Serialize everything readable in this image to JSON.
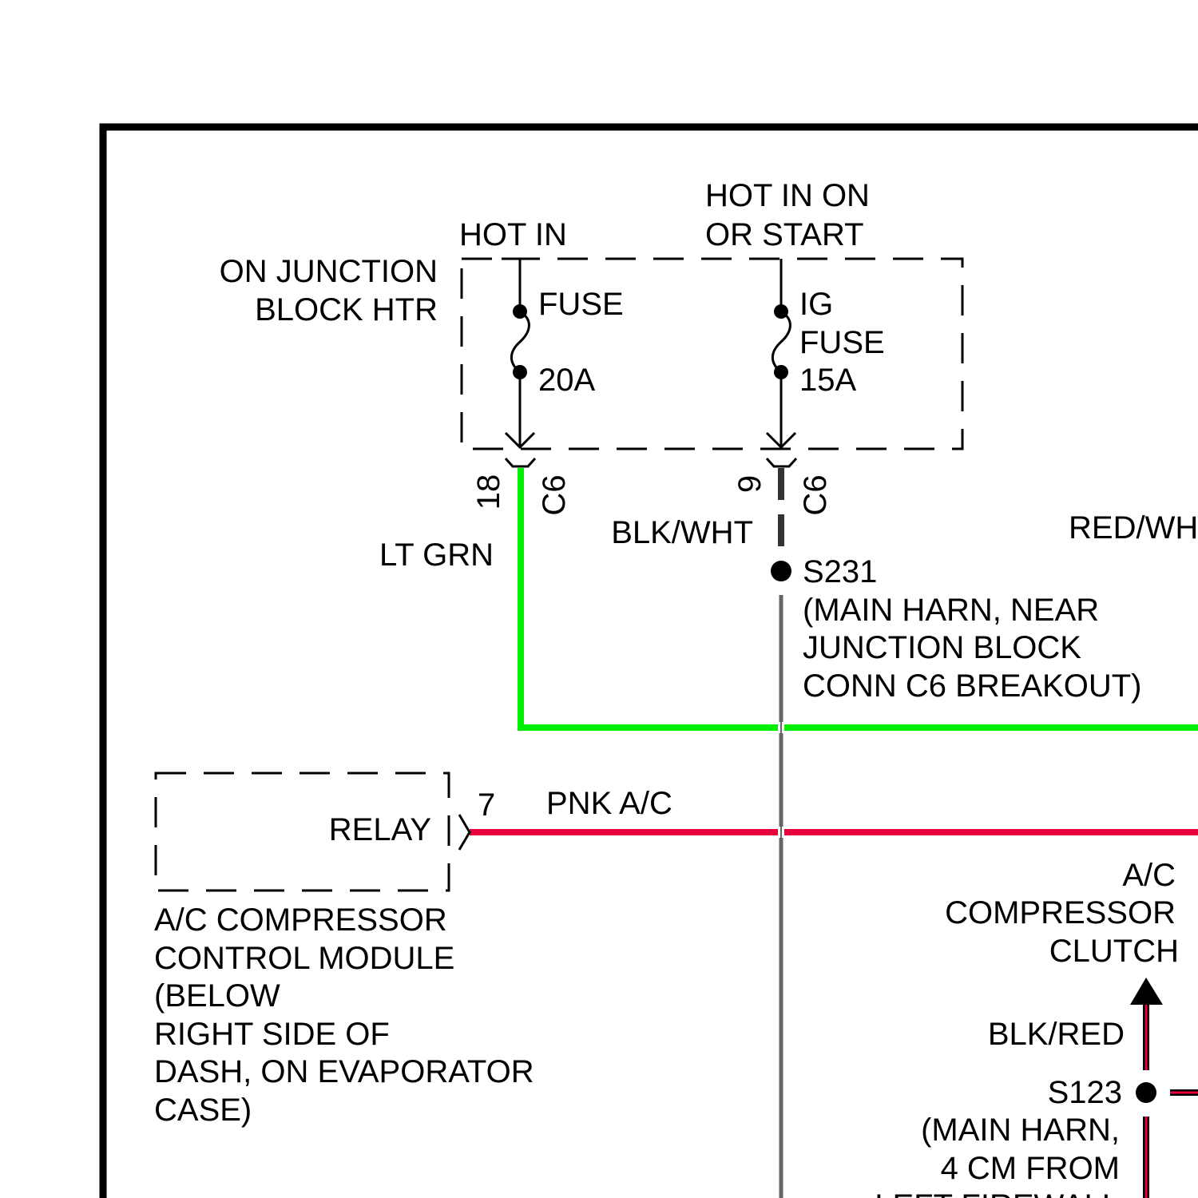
{
  "labels": {
    "hot_in": "HOT IN",
    "hot_in_on_line1": "HOT IN ON",
    "hot_in_on_line2": "OR START",
    "junction_line1": "ON JUNCTION",
    "junction_line2": "BLOCK HTR",
    "fuse_left": "FUSE",
    "amp_left": "20A",
    "ig": "IG",
    "fuse_right": "FUSE",
    "amp_right": "15A",
    "pin_18": "18",
    "conn_c6_left": "C6",
    "pin_9": "9",
    "conn_c6_right": "C6",
    "lt_grn": "LT GRN",
    "blk_wht": "BLK/WHT",
    "red_wh": "RED/WH",
    "s231": "S231",
    "s231_desc1": "(MAIN HARN, NEAR",
    "s231_desc2": "JUNCTION BLOCK",
    "s231_desc3": "CONN C6 BREAKOUT)",
    "pin_7": "7",
    "pnk_ac": "PNK A/C",
    "relay": "RELAY",
    "module1": "A/C COMPRESSOR",
    "module2": "CONTROL MODULE",
    "module3": "(BELOW",
    "module4": "RIGHT SIDE OF",
    "module5": "DASH, ON EVAPORATOR",
    "module6": "CASE)",
    "clutch1": "A/C",
    "clutch2": "COMPRESSOR",
    "clutch3": "CLUTCH",
    "blk_red": "BLK/RED",
    "s123": "S123",
    "s123_desc1": "(MAIN HARN,",
    "s123_desc2": "4 CM FROM",
    "s123_desc3": "LEFT FIREWALL"
  },
  "colors": {
    "lt_grn_wire": "#00ee00",
    "pnk_wire": "#e8003d",
    "blk_wht_wire": "#333333",
    "blk_red_wire": "#e8003d",
    "gray_wire": "#666666"
  }
}
